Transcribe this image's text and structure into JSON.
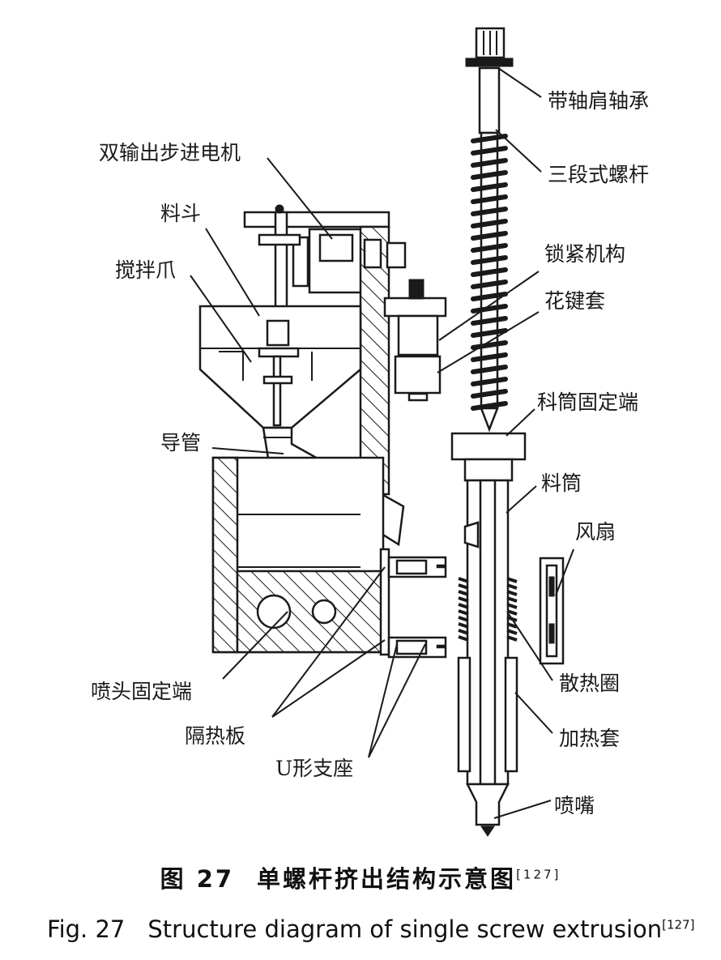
{
  "labels": {
    "bearing": "带轴肩轴承",
    "screw": "三段式螺杆",
    "motor": "双输出步进电机",
    "hopper": "料斗",
    "lock": "锁紧机构",
    "stirrer": "搅拌爪",
    "spline": "花键套",
    "barrel_fixed": "科筒固定端",
    "guide_tube": "导管",
    "barrel": "料筒",
    "fan": "风扇",
    "nozzle_fixed": "喷头固定端",
    "heat_sink": "散热圈",
    "insulation": "隔热板",
    "heater": "加热套",
    "u_support": "U形支座",
    "nozzle": "喷嘴"
  },
  "caption": {
    "cn_fig": "图 27",
    "cn_title": "单螺杆挤出结构示意图",
    "en_fig": "Fig. 27",
    "en_title": "Structure diagram of single screw extrusion",
    "ref": "[127]"
  }
}
